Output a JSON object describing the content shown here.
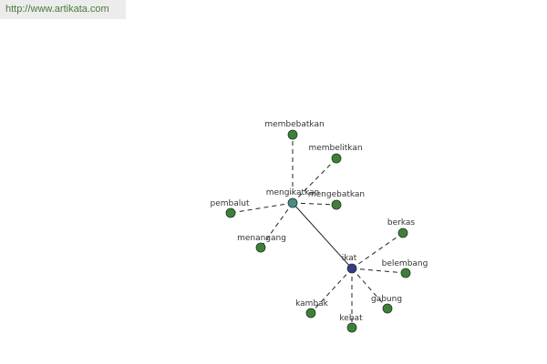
{
  "header": {
    "url": "http://www.artikata.com"
  },
  "colors": {
    "url_text": "#4a7a3a",
    "url_bg": "#ececec",
    "hub_primary": "#4a8a8a",
    "hub_secondary": "#3a3a8a",
    "leaf": "#3f7f3a",
    "edge": "#222222"
  },
  "graph": {
    "nodes": [
      {
        "id": "mengikatkan",
        "label": "mengikatkan",
        "kind": "hub-primary"
      },
      {
        "id": "ikat",
        "label": "ikat",
        "kind": "hub-secondary"
      },
      {
        "id": "membebatkan",
        "label": "membebatkan",
        "kind": "leaf"
      },
      {
        "id": "membelitkan",
        "label": "membelitkan",
        "kind": "leaf"
      },
      {
        "id": "mengebatkan",
        "label": "mengebatkan",
        "kind": "leaf"
      },
      {
        "id": "pembalut",
        "label": "pembalut",
        "kind": "leaf"
      },
      {
        "id": "menangang",
        "label": "menangang",
        "kind": "leaf"
      },
      {
        "id": "berkas",
        "label": "berkas",
        "kind": "leaf"
      },
      {
        "id": "belembang",
        "label": "belembang",
        "kind": "leaf"
      },
      {
        "id": "gabung",
        "label": "gabung",
        "kind": "leaf"
      },
      {
        "id": "kebat",
        "label": "kebat",
        "kind": "leaf"
      },
      {
        "id": "kambak",
        "label": "kambak",
        "kind": "leaf"
      }
    ],
    "edges": [
      {
        "from": "mengikatkan",
        "to": "ikat",
        "style": "solid"
      },
      {
        "from": "mengikatkan",
        "to": "membebatkan",
        "style": "dashed"
      },
      {
        "from": "mengikatkan",
        "to": "membelitkan",
        "style": "dashed"
      },
      {
        "from": "mengikatkan",
        "to": "mengebatkan",
        "style": "dashed"
      },
      {
        "from": "mengikatkan",
        "to": "pembalut",
        "style": "dashed"
      },
      {
        "from": "mengikatkan",
        "to": "menangang",
        "style": "dashed"
      },
      {
        "from": "ikat",
        "to": "berkas",
        "style": "dashed"
      },
      {
        "from": "ikat",
        "to": "belembang",
        "style": "dashed"
      },
      {
        "from": "ikat",
        "to": "gabung",
        "style": "dashed"
      },
      {
        "from": "ikat",
        "to": "kebat",
        "style": "dashed"
      },
      {
        "from": "ikat",
        "to": "kambak",
        "style": "dashed"
      }
    ]
  }
}
